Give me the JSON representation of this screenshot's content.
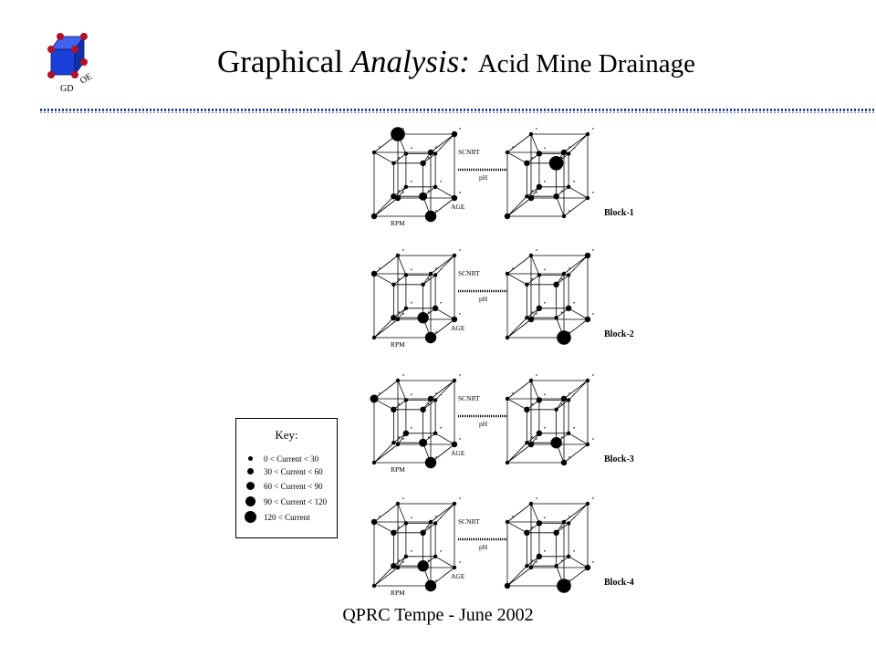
{
  "title": {
    "main": "Graphical",
    "italic": "Analysis:",
    "sub": "Acid Mine Drainage"
  },
  "logo": {
    "left_text": "GD",
    "right_text": "OE",
    "cube_color": "#1a3fd8",
    "node_color": "#b0122a"
  },
  "footer": "QPRC Tempe - June 2002",
  "key": {
    "title": "Key:",
    "items": [
      {
        "label": "0 < Current < 30",
        "level": 1
      },
      {
        "label": "30 < Current < 60",
        "level": 2
      },
      {
        "label": "60 < Current < 90",
        "level": 3
      },
      {
        "label": "90 < Current < 120",
        "level": 4
      },
      {
        "label": "120 < Current",
        "level": 5
      }
    ]
  },
  "axes": {
    "scnrt": "SCNRT",
    "age": "AGE",
    "rpm": "RPM",
    "ph": "pH"
  },
  "blocks": [
    {
      "label": "Block-1",
      "left": [
        1,
        2,
        4,
        2,
        5,
        2,
        2,
        2,
        1,
        2,
        3,
        2,
        1,
        1,
        1,
        1
      ],
      "right": [
        1,
        2,
        1,
        2,
        1,
        1,
        1,
        2,
        2,
        5,
        2,
        1,
        2,
        1,
        1,
        2
      ]
    },
    {
      "label": "Block-2",
      "left": [
        2,
        1,
        4,
        1,
        1,
        1,
        2,
        1,
        1,
        1,
        4,
        2,
        1,
        1,
        2,
        1
      ],
      "right": [
        1,
        1,
        5,
        1,
        1,
        2,
        2,
        2,
        1,
        2,
        1,
        1,
        1,
        1,
        2,
        2
      ]
    },
    {
      "label": "Block-3",
      "left": [
        3,
        2,
        4,
        1,
        1,
        1,
        2,
        1,
        2,
        2,
        3,
        1,
        1,
        1,
        1,
        2
      ],
      "right": [
        1,
        2,
        2,
        1,
        1,
        1,
        1,
        2,
        2,
        1,
        4,
        1,
        2,
        1,
        1,
        2
      ]
    },
    {
      "label": "Block-4",
      "left": [
        2,
        1,
        4,
        1,
        1,
        1,
        1,
        1,
        2,
        2,
        4,
        2,
        1,
        1,
        1,
        1
      ],
      "right": [
        1,
        1,
        5,
        2,
        1,
        1,
        2,
        1,
        2,
        2,
        1,
        1,
        2,
        1,
        1,
        2
      ]
    }
  ]
}
